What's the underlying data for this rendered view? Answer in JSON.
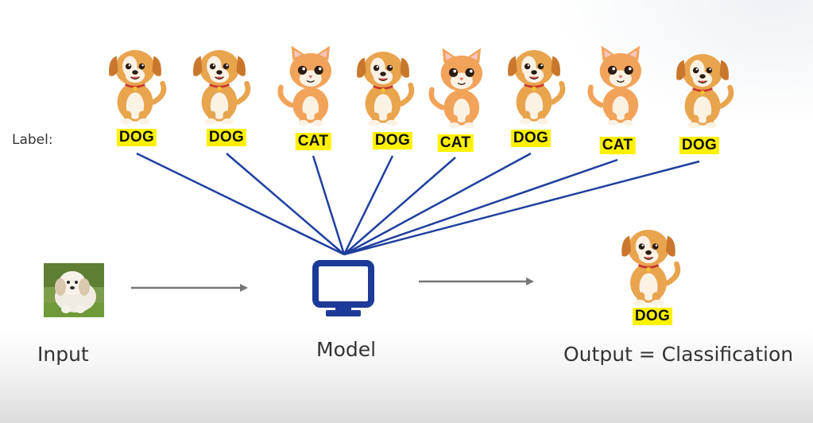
{
  "label_caption": "Label:",
  "training_examples": [
    {
      "kind": "dog-icon",
      "label": "DOG"
    },
    {
      "kind": "dog-icon",
      "label": "DOG"
    },
    {
      "kind": "cat-icon",
      "label": "CAT"
    },
    {
      "kind": "dog-icon",
      "label": "DOG"
    },
    {
      "kind": "cat-icon",
      "label": "CAT"
    },
    {
      "kind": "dog-icon",
      "label": "DOG"
    },
    {
      "kind": "cat-icon",
      "label": "CAT"
    },
    {
      "kind": "dog-icon",
      "label": "DOG"
    }
  ],
  "input": {
    "caption": "Input",
    "image": "puppy-photo"
  },
  "model": {
    "caption": "Model",
    "icon": "monitor-icon"
  },
  "output": {
    "caption": "Output = Classification",
    "label": "DOG",
    "icon": "dog-icon"
  },
  "colors": {
    "connector_lines": "#1f3f9e",
    "arrows": "#777777",
    "label_highlight": "#fff100",
    "monitor": "#1c3a97",
    "dog_fur": "#e9a44e",
    "cat_fur": "#f2a35a"
  }
}
